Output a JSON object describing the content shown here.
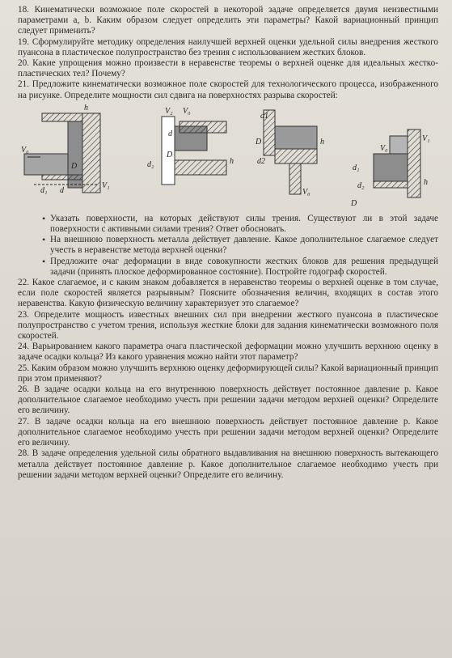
{
  "questions_top": [
    {
      "num": "18.",
      "text": "Кинематически возможное поле скоростей в некоторой задаче определяется двумя неизвестными параметрами a, b. Каким образом следует определить эти параметры? Какой вариационный принцип следует применить?"
    },
    {
      "num": "19.",
      "text": "Сформулируйте методику определения наилучшей верхней оценки удельной силы внедрения жесткого пуансона в пластическое полупространство без трения с использованием жестких блоков."
    },
    {
      "num": "20.",
      "text": "Какие упрощения можно произвести в неравенстве теоремы о верхней оценке для идеальных жестко-пластических тел? Почему?"
    },
    {
      "num": "21.",
      "text": "Предложите кинематически возможное поле скоростей для технологического процесса, изображенного на рисунке. Определите мощности сил сдвига на поверхностях разрыва скоростей:"
    }
  ],
  "figure_labels": {
    "f1": [
      "h",
      "V₀",
      "D",
      "d₁",
      "d",
      "V₁"
    ],
    "f2": [
      "V₂",
      "V₀",
      "d",
      "D",
      "d₂",
      "h"
    ],
    "f3": [
      "d1",
      "D",
      "d2",
      "h",
      "V₀"
    ],
    "f4": [
      "V₀",
      "V₁",
      "d₁",
      "d₂",
      "D",
      "h"
    ]
  },
  "bullets": [
    "Указать поверхности, на которых действуют силы трения. Существуют ли в этой задаче поверхности с активными силами трения? Ответ обосновать.",
    "На внешнюю поверхность металла действует давление. Какое дополнительное слагаемое следует учесть в неравенстве метода верхней оценки?",
    "Предложите очаг деформации в виде совокупности жестких блоков для решения предыдущей задачи (принять плоское деформированное состояние). Постройте годограф скоростей."
  ],
  "questions_bottom": [
    {
      "num": "22.",
      "text": "Какое слагаемое, и с каким знаком добавляется в неравенство теоремы о верхней оценке в том случае, если поле скоростей является разрывным? Поясните обозначения величин, входящих в состав этого неравенства. Какую физическую величину характеризует это слагаемое?"
    },
    {
      "num": "23.",
      "text": "Определите мощность известных внешних сил при внедрении жесткого пуансона в пластическое полупространство с учетом трения, используя жесткие блоки для задания кинематически возможного поля скоростей."
    },
    {
      "num": "24.",
      "text": "Варьированием какого параметра очага пластической деформации можно улучшить верхнюю оценку в задаче осадки кольца? Из какого уравнения можно найти этот параметр?"
    },
    {
      "num": "25.",
      "text": "Каким образом можно улучшить верхнюю оценку деформирующей силы? Какой вариационный принцип при этом применяют?"
    },
    {
      "num": "26.",
      "text": "В задаче осадки кольца на его внутреннюю поверхность действует постоянное давление p. Какое дополнительное слагаемое необходимо учесть при решении задачи методом верхней оценки? Определите его величину."
    },
    {
      "num": "27.",
      "text": "В задаче осадки кольца на его внешнюю поверхность действует постоянное давление p. Какое дополнительное слагаемое необходимо учесть при решении задачи методом верхней оценки? Определите его величину."
    },
    {
      "num": "28.",
      "text": "В задаче определения удельной силы обратного выдавливания на внешнюю поверхность вытекающего металла действует постоянное давление p. Какое дополнительное слагаемое необходимо учесть при решении задачи методом верхней оценки? Определите его величину."
    }
  ]
}
